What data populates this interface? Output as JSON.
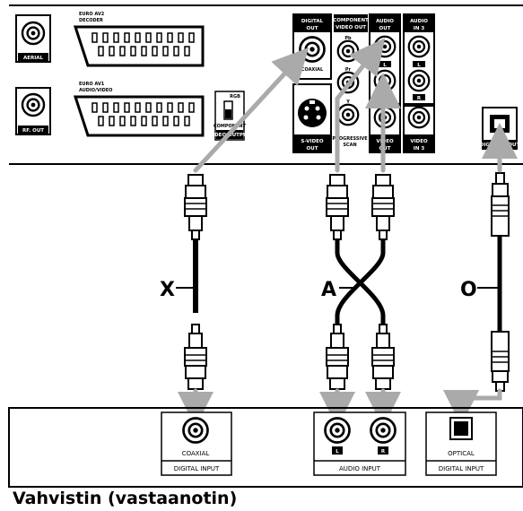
{
  "player_panel": {
    "aerial": "AERIAL",
    "rf_out": "RF. OUT",
    "euro_av2": [
      "EURO AV2",
      "DECODER"
    ],
    "euro_av1": [
      "EURO AV1",
      "AUDIO/VIDEO"
    ],
    "video_output_switch": [
      "RGB",
      "COMPONENT",
      "VIDEO OUTPUT"
    ],
    "digital_out": [
      "DIGITAL",
      "OUT"
    ],
    "coaxial": "COAXIAL",
    "svideo_out": [
      "S-VIDEO",
      "OUT"
    ],
    "component_video_out": [
      "COMPONENT",
      "VIDEO OUT"
    ],
    "pb": "Pb",
    "pr": "Pr",
    "y": "Y",
    "progressive_scan": [
      "PROGRESSIVE",
      "SCAN"
    ],
    "audio_out": [
      "AUDIO",
      "OUT"
    ],
    "l": "L",
    "r": "R",
    "video_out": [
      "VIDEO",
      "OUT"
    ],
    "audio_in3": [
      "AUDIO",
      "IN 3"
    ],
    "video_in3": [
      "VIDEO",
      "IN 3"
    ],
    "digital_l_out": "DIGITAL L OUT"
  },
  "cables": {
    "x": "X",
    "a": "A",
    "o": "O"
  },
  "receiver": {
    "coaxial": "COAXIAL",
    "digital_input_1": "DIGITAL INPUT",
    "l": "L",
    "r": "R",
    "audio_input": "AUDIO INPUT",
    "optical": "OPTICAL",
    "digital_input_2": "DIGITAL INPUT",
    "title": "Vahvistin (vastaanotin)"
  }
}
